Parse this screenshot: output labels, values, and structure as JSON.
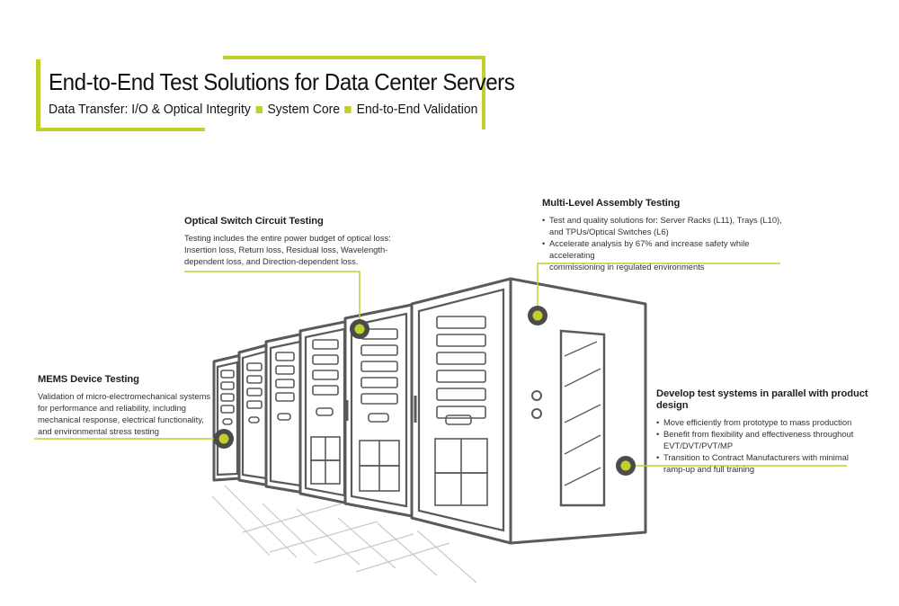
{
  "header": {
    "title": "End-to-End Test Solutions for Data Center Servers",
    "subtitle_items": [
      "Data Transfer: I/O & Optical Integrity",
      "System Core",
      "End-to-End Validation"
    ]
  },
  "callouts": {
    "optical": {
      "title": "Optical Switch Circuit Testing",
      "lines": [
        "Testing includes the entire power budget of optical loss:",
        "Insertion loss, Return loss, Residual loss, Wavelength-",
        "dependent loss, and Direction-dependent loss."
      ]
    },
    "assembly": {
      "title": "Multi-Level Assembly Testing",
      "bullets": [
        [
          "Test and quality solutions for: Server Racks (L11), Trays (L10),",
          "and TPUs/Optical Switches (L6)"
        ],
        [
          "Accelerate analysis by 67% and increase safety while accelerating",
          "commissioning in regulated environments"
        ]
      ]
    },
    "mems": {
      "title": "MEMS Device Testing",
      "lines": [
        "Validation of micro-electromechanical systems",
        "for performance and reliability, including",
        "mechanical response, electrical functionality,",
        "and environmental stress testing"
      ]
    },
    "develop": {
      "title": "Develop test systems in parallel with product design",
      "bullets": [
        [
          "Move efficiently from prototype to mass production"
        ],
        [
          "Benefit from flexibility and effectiveness throughout",
          "EVT/DVT/PVT/MP"
        ],
        [
          "Transition to Contract Manufacturers with minimal",
          "ramp-up and full training"
        ]
      ]
    }
  },
  "icons": {
    "callout_marker": "hotspot-ring-icon",
    "bullet_square": "square-bullet-icon"
  },
  "colors": {
    "accent": "#c2cf2b",
    "line_art": "#5a5a5a",
    "marker_ring": "#4b4b4b",
    "text": "#222222"
  }
}
